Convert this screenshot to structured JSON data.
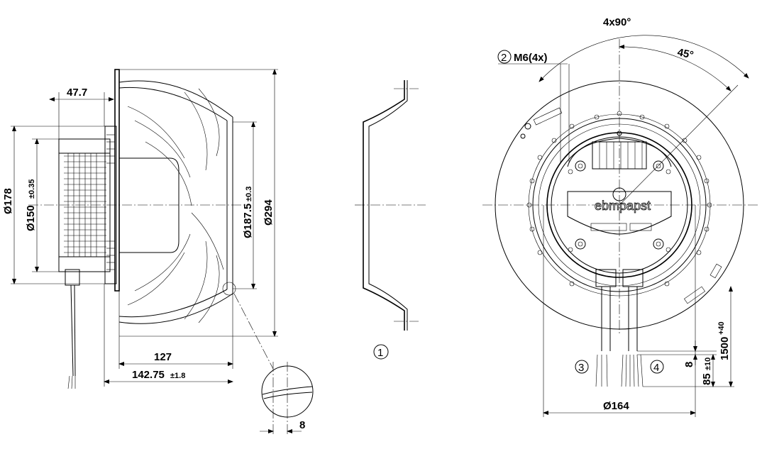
{
  "side_view": {
    "dim_47_7": "47.7",
    "dim_178": "Ø178",
    "dim_150": "Ø150",
    "dim_150_tol": "±0.35",
    "dim_187_5": "Ø187.5",
    "dim_187_5_tol": "±0.3",
    "dim_294": "Ø294",
    "dim_127": "127",
    "dim_142_75": "142.75",
    "dim_142_75_tol": "±1.8",
    "dim_8": "8"
  },
  "inlet_ring": {
    "callout": "1"
  },
  "front_view": {
    "angle_4x90": "4x90°",
    "angle_45": "45°",
    "thread_callout": "2",
    "thread_label": "M6(4x)",
    "cable_callout_3": "3",
    "cable_callout_4": "4",
    "dim_8": "8",
    "dim_85": "85",
    "dim_85_tol": "±10",
    "dim_1500": "1500",
    "dim_1500_tol": "+40",
    "dim_164": "Ø164",
    "brand": "ebmpapst"
  }
}
